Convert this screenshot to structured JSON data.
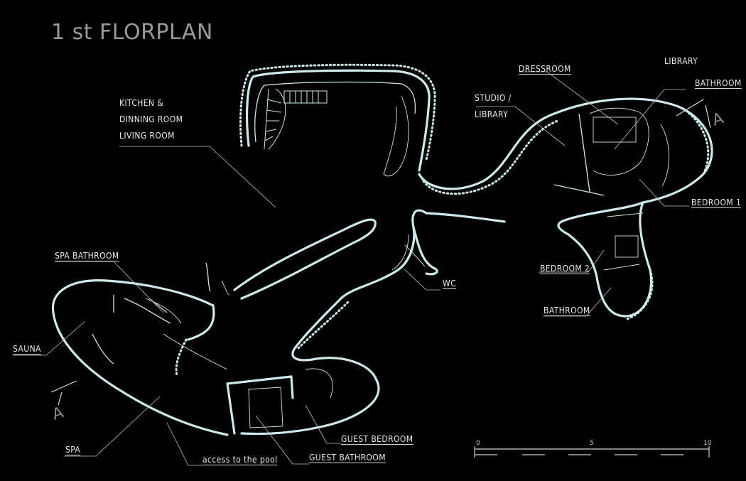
{
  "title": {
    "main": "1 st FLORPLAN"
  },
  "labels": {
    "kitchen1": "KITCHEN &",
    "kitchen2": "DINNING ROOM",
    "kitchen3": "LIVING ROOM",
    "dressroom": "DRESSROOM",
    "library": "LIBRARY",
    "bathroom_top": "BATHROOM",
    "studio1": "STUDIO /",
    "studio2": "LIBRARY",
    "bedroom1": "BEDROOM 1",
    "bedroom2": "BEDROOM 2",
    "bathroom_mid": "BATHROOM",
    "wc": "WC",
    "spa_bathroom": "SPA BATHROOM",
    "sauna": "SAUNA",
    "spa": "SPA",
    "access_pool": "access to the pool",
    "guest_bathroom": "GUEST BATHROOM",
    "guest_bedroom": "GUEST BEDROOM"
  },
  "section_marks": {
    "left": "A",
    "right": "A"
  },
  "scale": {
    "zero": "0",
    "five": "5",
    "ten": "10"
  },
  "colors": {
    "background": "#000000",
    "walls": "#cdeaea",
    "text": "#e8e8e8",
    "title": "#9a9a9a"
  }
}
